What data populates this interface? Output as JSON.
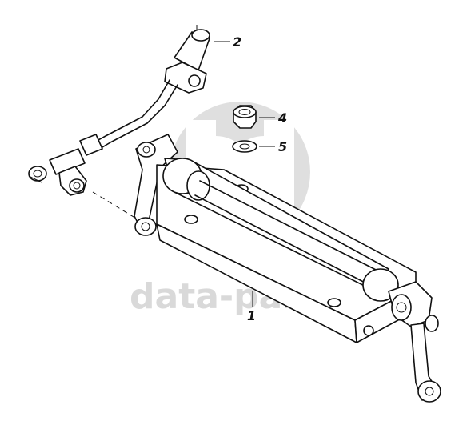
{
  "watermark": {
    "text": "data-parts",
    "color": "#d9d9d9"
  },
  "callouts": [
    {
      "number": "1",
      "part": "steering-cylinder-assembly"
    },
    {
      "number": "2",
      "part": "hydraulic-line-assembly"
    },
    {
      "number": "4",
      "part": "nut"
    },
    {
      "number": "5",
      "part": "washer"
    }
  ]
}
